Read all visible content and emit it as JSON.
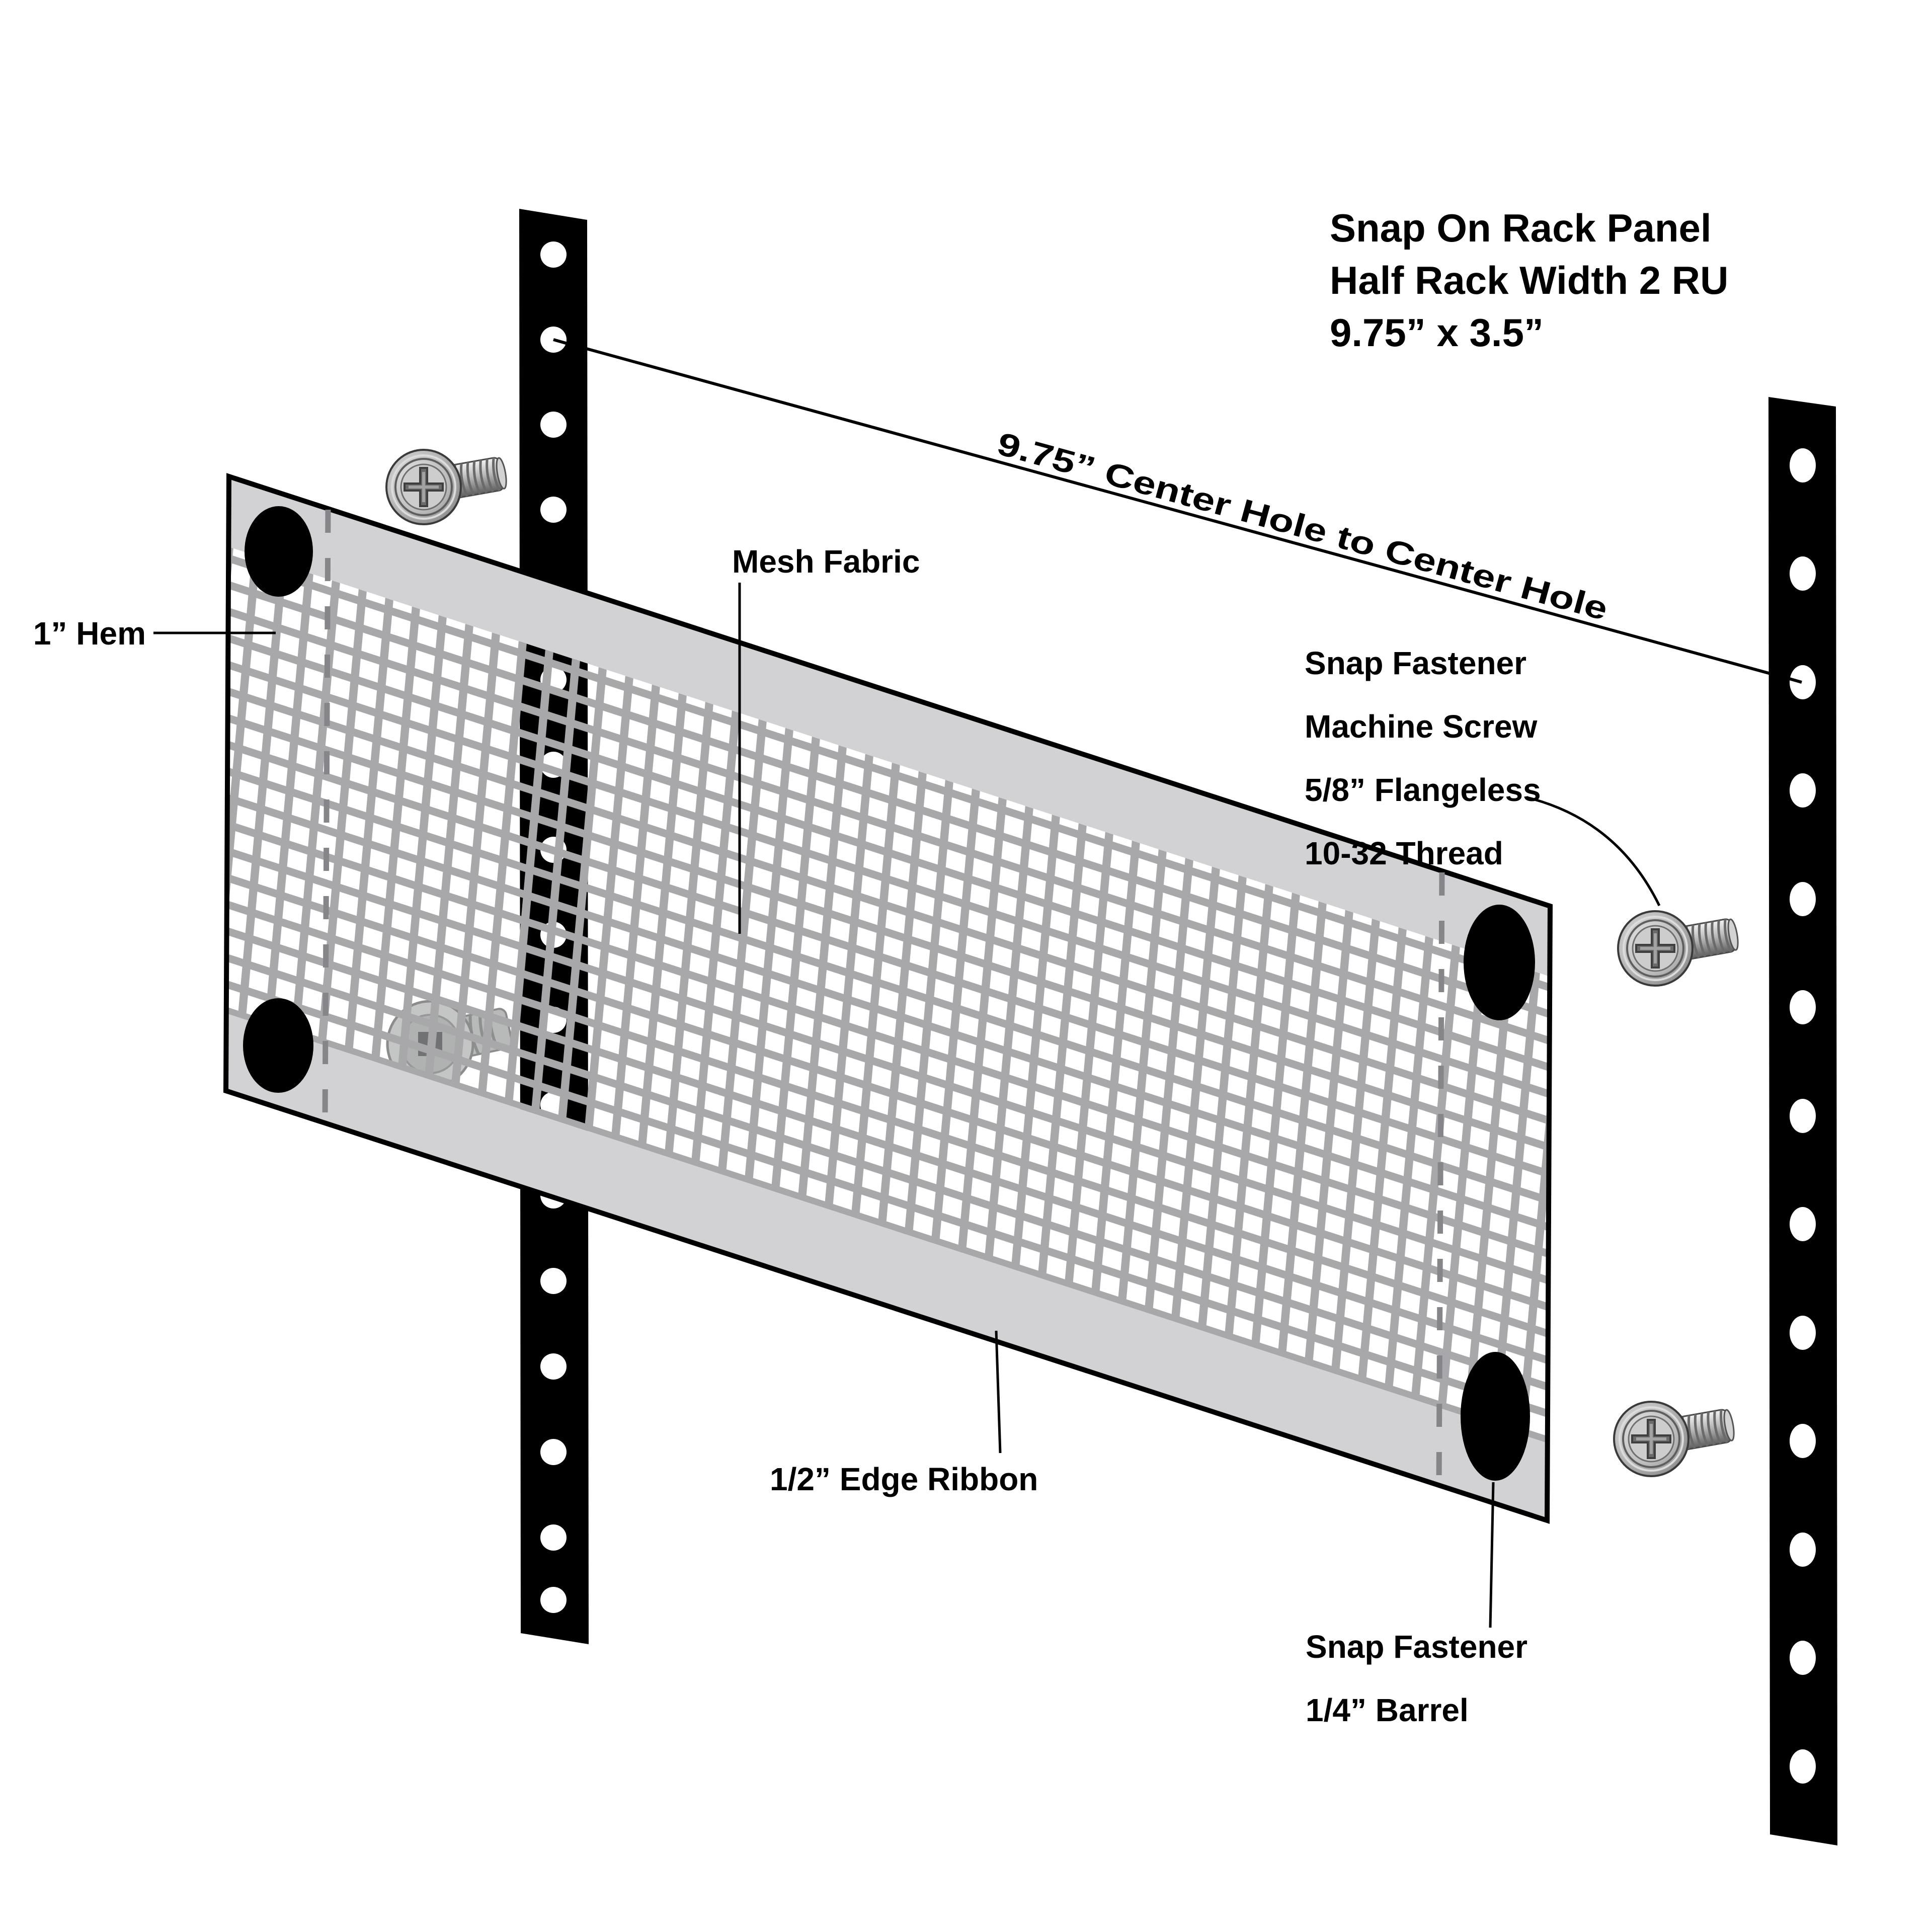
{
  "title": {
    "line1": "Snap On Rack Panel",
    "line2": "Half Rack Width 2 RU",
    "line3": "9.75” x 3.5”"
  },
  "labels": {
    "dimension": "9.75” Center Hole to Center Hole",
    "mesh_fabric": "Mesh Fabric",
    "hem": "1” Hem",
    "machine_screw": {
      "line1": "Snap Fastener",
      "line2": "Machine Screw",
      "line3": "5/8” Flangeless",
      "line4": "10-32 Thread"
    },
    "edge_ribbon": "1/2” Edge Ribbon",
    "barrel": {
      "line1": "Snap Fastener",
      "line2": "1/4” Barrel"
    }
  },
  "colors": {
    "background": "#ffffff",
    "rail": "#000000",
    "rail_hole": "#ffffff",
    "hem_ribbon": "#d2d2d4",
    "mesh": "#a8a8aa",
    "snap_oval": "#000000",
    "dash": "#85858a",
    "line": "#000000",
    "text": "#000000",
    "screw_light": "#e8e8e8",
    "screw_mid": "#b9b9b9",
    "screw_dark": "#5f5f5f"
  }
}
